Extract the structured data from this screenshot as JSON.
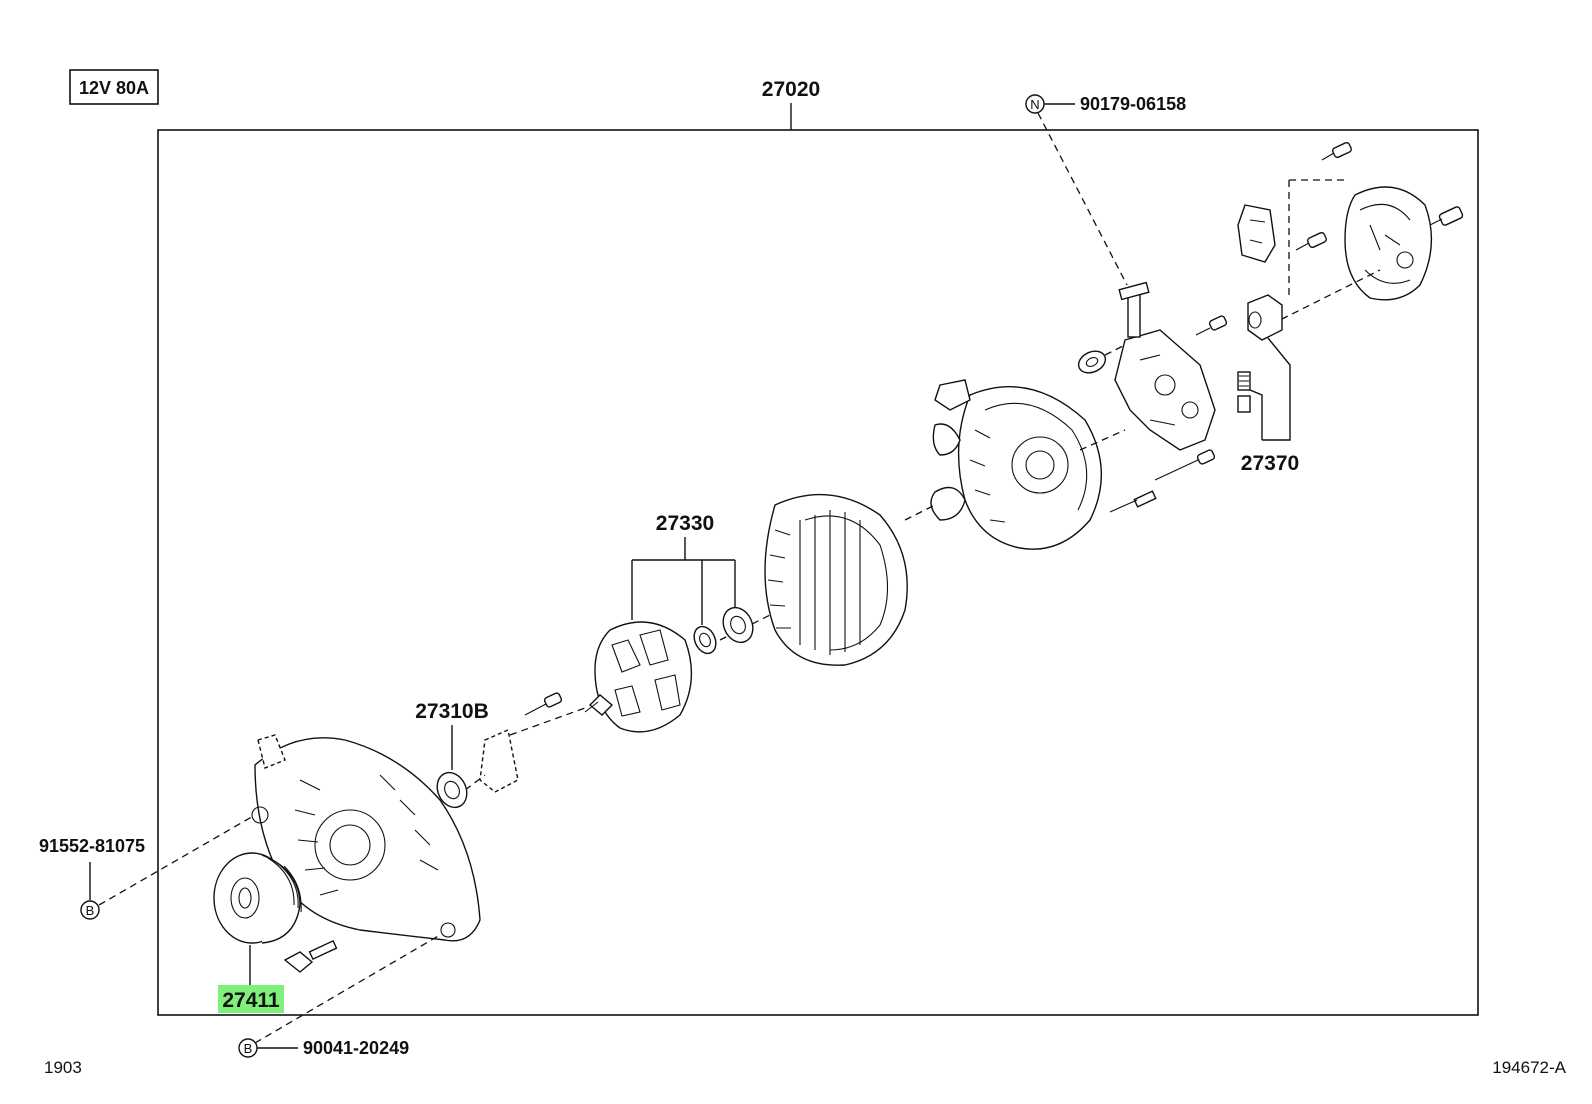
{
  "spec_box": "12V 80A",
  "assembly_number": "27020",
  "drawing_code": "1903",
  "figure_id": "194672-A",
  "callouts": {
    "n_marker": "N",
    "n_part": "90179-06158",
    "b_marker": "B",
    "b_part_left": "91552-81075",
    "b_part_bottom": "90041-20249",
    "brush_holder": "27370",
    "rotor_group": "27330",
    "bearing": "27310B",
    "pulley": "27411"
  },
  "colors": {
    "highlight": "#7ff07a",
    "line": "#111111"
  },
  "highlighted_part": "27411"
}
